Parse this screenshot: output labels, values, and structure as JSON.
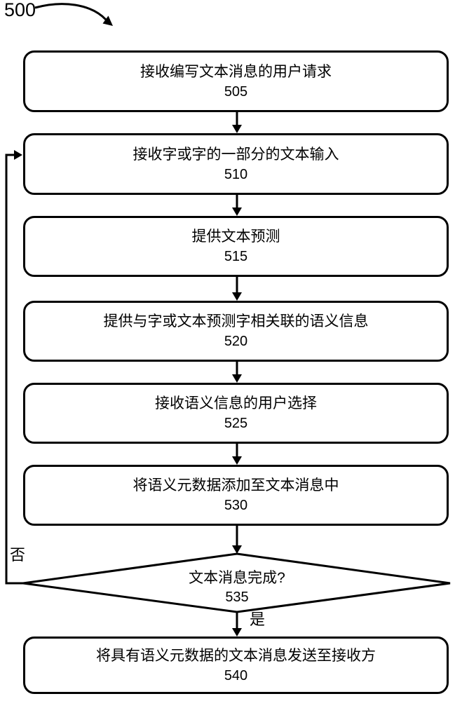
{
  "figure": {
    "label": "500",
    "no_label": "否",
    "yes_label": "是"
  },
  "colors": {
    "stroke": "#000000",
    "background": "#ffffff"
  },
  "nodes": [
    {
      "id": "505",
      "type": "process",
      "text": "接收编写文本消息的用户请求",
      "number": "505"
    },
    {
      "id": "510",
      "type": "process",
      "text": "接收字或字的一部分的文本输入",
      "number": "510"
    },
    {
      "id": "515",
      "type": "process",
      "text": "提供文本预测",
      "number": "515"
    },
    {
      "id": "520",
      "type": "process",
      "text": "提供与字或文本预测字相关联的语义信息",
      "number": "520"
    },
    {
      "id": "525",
      "type": "process",
      "text": "接收语义信息的用户选择",
      "number": "525"
    },
    {
      "id": "530",
      "type": "process",
      "text": "将语义元数据添加至文本消息中",
      "number": "530"
    },
    {
      "id": "535",
      "type": "decision",
      "text": "文本消息完成?",
      "number": "535"
    },
    {
      "id": "540",
      "type": "process",
      "text": "将具有语义元数据的文本消息发送至接收方",
      "number": "540"
    }
  ],
  "edges": [
    {
      "from": "505",
      "to": "510",
      "label": ""
    },
    {
      "from": "510",
      "to": "515",
      "label": ""
    },
    {
      "from": "515",
      "to": "520",
      "label": ""
    },
    {
      "from": "520",
      "to": "525",
      "label": ""
    },
    {
      "from": "525",
      "to": "530",
      "label": ""
    },
    {
      "from": "530",
      "to": "535",
      "label": ""
    },
    {
      "from": "535",
      "to": "540",
      "label": "是"
    },
    {
      "from": "535",
      "to": "510",
      "label": "否"
    }
  ]
}
